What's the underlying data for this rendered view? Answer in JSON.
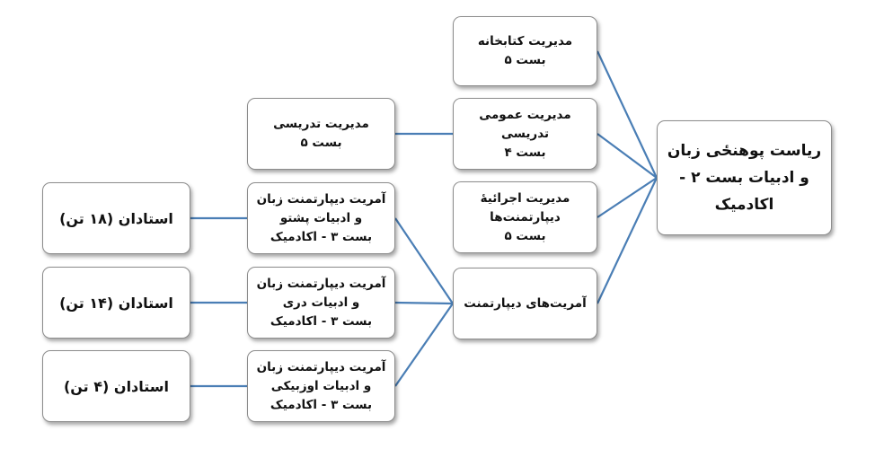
{
  "nodes": {
    "president": {
      "lines": [
        "ریاست پوهنځی زبان",
        "و ادبیات بست ۲ -",
        "اکادمیک"
      ]
    },
    "library": {
      "lines": [
        "مدیریت کتابخانه",
        "بست ۵"
      ]
    },
    "general": {
      "lines": [
        "مدیریت عمومی",
        "تدریسی",
        "بست ۴"
      ]
    },
    "executive": {
      "lines": [
        "مدیریت اجرائیهٔ",
        "دیپارتمنت‌ها",
        "بست ۵"
      ]
    },
    "depts": {
      "lines": [
        "آمریت‌های دیپارتمنت"
      ]
    },
    "teaching": {
      "lines": [
        "مدیریت تدریسی",
        "بست ۵"
      ]
    },
    "pashto": {
      "lines": [
        "آمریت دیپارتمنت زبان",
        "و ادبیات پشتو",
        "بست ۳ - اکادمیک"
      ]
    },
    "dari": {
      "lines": [
        "آمریت دیپارتمنت زبان",
        "و ادبیات دری",
        "بست ۳ - اکادمیک"
      ]
    },
    "uzbek": {
      "lines": [
        "آمریت دیپارتمنت زبان",
        "و ادبیات اوزبیکی",
        "بست ۳ - اکادمیک"
      ]
    },
    "prof_pashto": {
      "lines": [
        "استادان (۱۸ تن)"
      ]
    },
    "prof_dari": {
      "lines": [
        "استادان (۱۴ تن)"
      ]
    },
    "prof_uzbek": {
      "lines": [
        "استادان (۴ تن)"
      ]
    }
  },
  "edges": [
    [
      "library",
      "president"
    ],
    [
      "general",
      "president"
    ],
    [
      "executive",
      "president"
    ],
    [
      "depts",
      "president"
    ],
    [
      "teaching",
      "general"
    ],
    [
      "pashto",
      "depts"
    ],
    [
      "dari",
      "depts"
    ],
    [
      "uzbek",
      "depts"
    ],
    [
      "prof_pashto",
      "pashto"
    ],
    [
      "prof_dari",
      "dari"
    ],
    [
      "prof_uzbek",
      "uzbek"
    ]
  ],
  "colors": {
    "connector": "#4a7eb5",
    "border": "#8c8c8c"
  }
}
